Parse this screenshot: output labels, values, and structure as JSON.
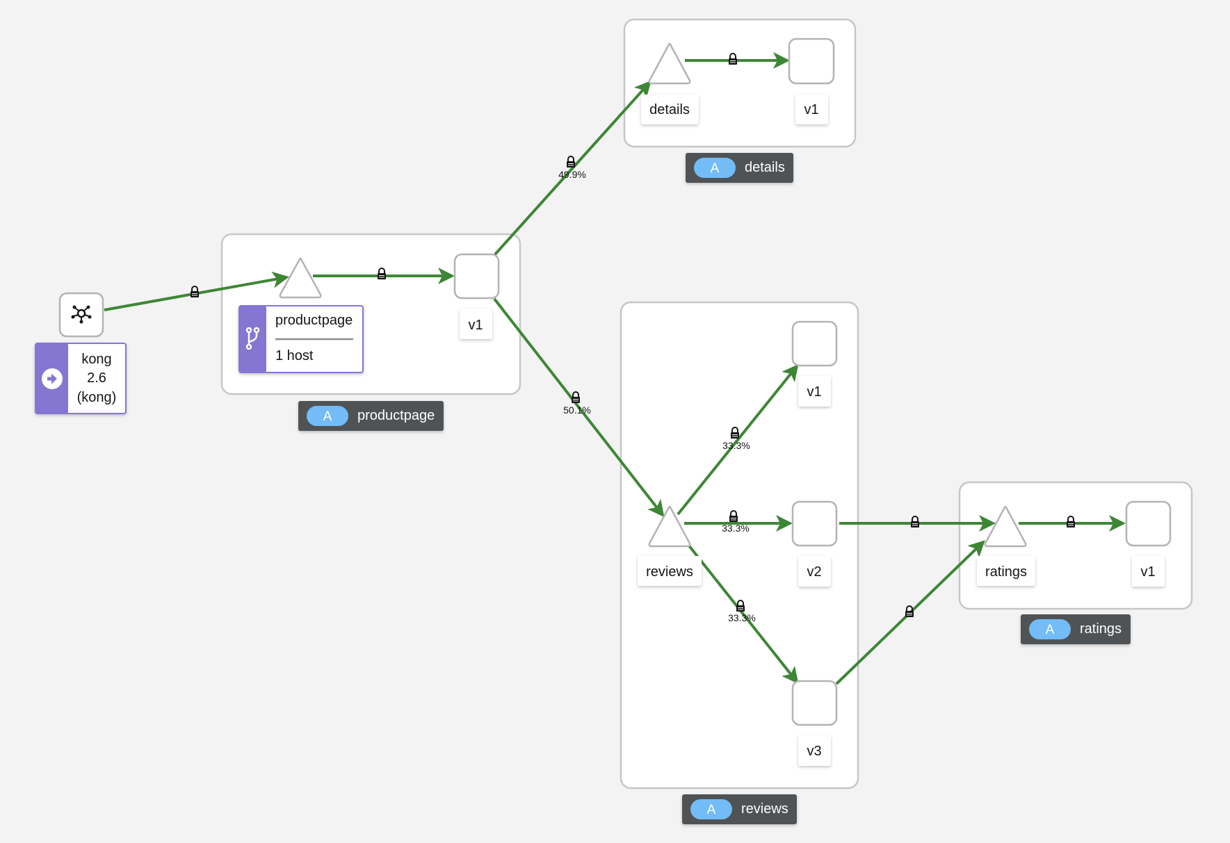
{
  "edge_color": "#3e8635",
  "accent_purple": "#8476d1",
  "app_badge_color": "#4f5255",
  "app_pill_color": "#73bcf7",
  "gateway": {
    "icon": "kong-gateway-icon",
    "lines": [
      "kong",
      "2.6",
      "(kong)"
    ],
    "badge_icon": "arrow-right-circle-icon"
  },
  "apps": {
    "productpage": {
      "badge_letter": "A",
      "badge_name": "productpage",
      "service_label": "productpage",
      "version_label": "v1",
      "virtual_service": {
        "icon": "branch-icon",
        "title": "productpage",
        "subtitle": "1 host"
      }
    },
    "details": {
      "badge_letter": "A",
      "badge_name": "details",
      "service_label": "details",
      "version_label": "v1"
    },
    "reviews": {
      "badge_letter": "A",
      "badge_name": "reviews",
      "service_label": "reviews",
      "versions": [
        "v1",
        "v2",
        "v3"
      ]
    },
    "ratings": {
      "badge_letter": "A",
      "badge_name": "ratings",
      "service_label": "ratings",
      "version_label": "v1"
    }
  },
  "edges": {
    "productpage_to_details": "49.9%",
    "productpage_to_reviews": "50.1%",
    "reviews_to_v1": "33.3%",
    "reviews_to_v2": "33.3%",
    "reviews_to_v3": "33.3%"
  },
  "edge_icon": "lock-icon"
}
